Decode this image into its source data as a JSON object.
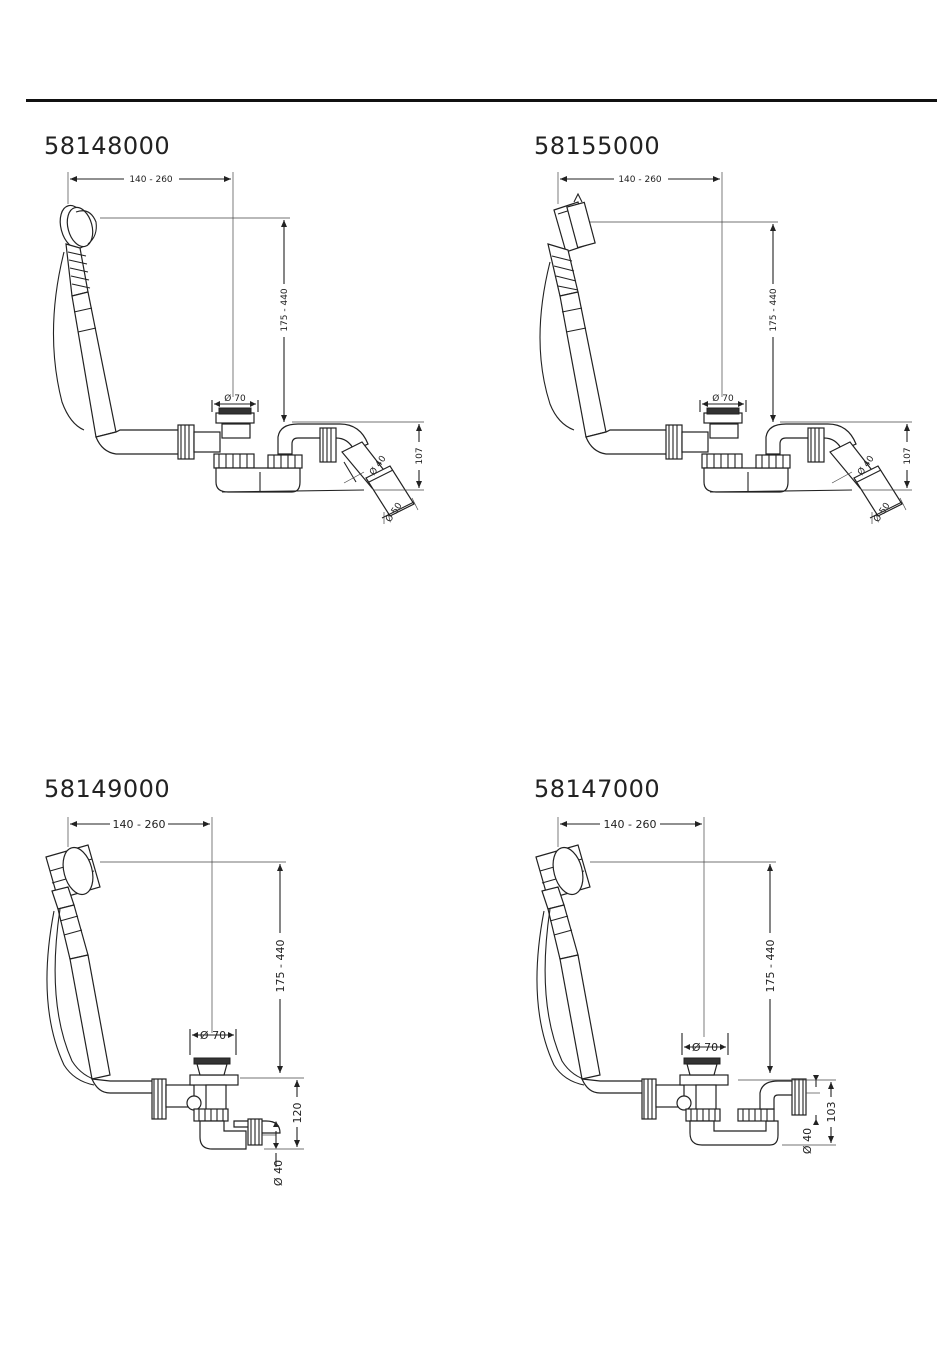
{
  "page": {
    "panels": [
      {
        "code": "58148000",
        "dims": {
          "horizontal": "140 - 260",
          "vertical": "175 - 440",
          "drain_dia": "Ø 70",
          "height": "107",
          "outlet_angle": "Ø 40",
          "outlet_dia": "Ø 50"
        }
      },
      {
        "code": "58155000",
        "dims": {
          "horizontal": "140 - 260",
          "vertical": "175 - 440",
          "drain_dia": "Ø 70",
          "height": "107",
          "outlet_angle": "Ø 40",
          "outlet_dia": "Ø 50"
        }
      },
      {
        "code": "58149000",
        "dims": {
          "horizontal": "140 - 260",
          "vertical": "175 - 440",
          "drain_dia": "Ø 70",
          "height": "120",
          "outlet_dia": "Ø 40"
        }
      },
      {
        "code": "58147000",
        "dims": {
          "horizontal": "140 - 260",
          "vertical": "175 - 440",
          "drain_dia": "Ø 70",
          "height": "103",
          "outlet_dia": "Ø 40"
        }
      }
    ]
  }
}
